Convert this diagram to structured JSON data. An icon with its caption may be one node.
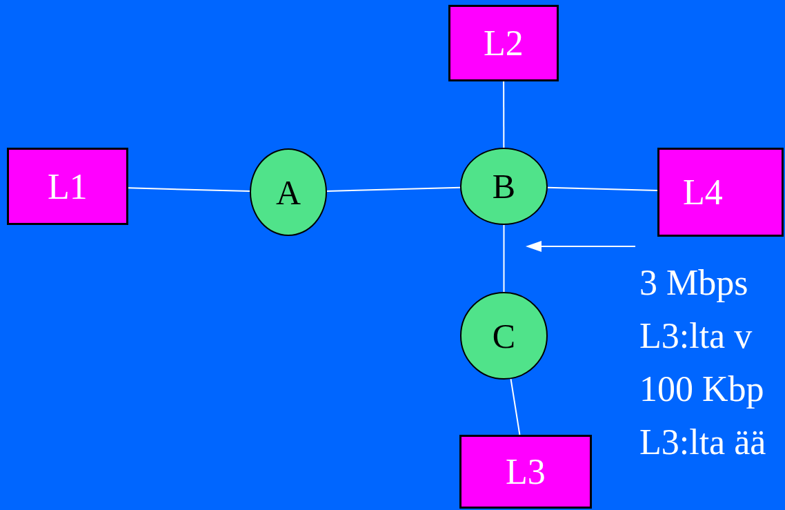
{
  "diagram": {
    "nodes": [
      {
        "text": [
          "L2"
        ]
      },
      {
        "text": [
          "L1"
        ]
      },
      {
        "text": [
          "A"
        ]
      },
      {
        "text": [
          "B"
        ]
      },
      {
        "text": [
          "L4"
        ]
      },
      {
        "text": [
          "C"
        ]
      },
      {
        "text": [
          "L3"
        ]
      }
    ],
    "edges": [
      {
        "from": 1,
        "to": 2,
        "arrow": "none"
      },
      {
        "from": 2,
        "to": 3,
        "arrow": "none"
      },
      {
        "from": 0,
        "to": 3,
        "arrow": "none"
      },
      {
        "from": 3,
        "to": 4,
        "arrow": "none"
      },
      {
        "from": 3,
        "to": 5,
        "arrow": "none"
      },
      {
        "from": 5,
        "to": 6,
        "arrow": "none"
      }
    ],
    "labels": [
      "3 Mbps",
      "L3:lta v",
      "100 Kbp",
      "L3:lta ää"
    ]
  }
}
